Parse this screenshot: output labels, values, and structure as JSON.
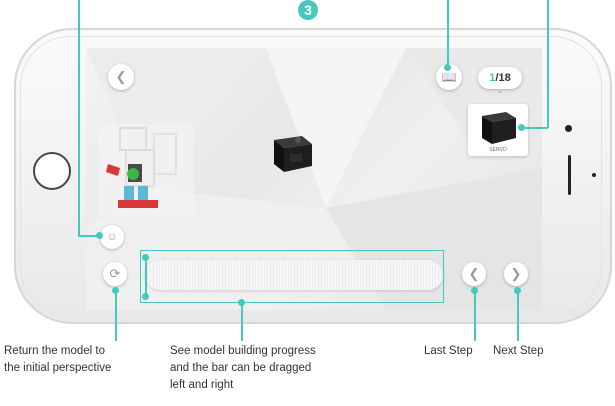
{
  "step_badge": "3",
  "nav": {
    "back_icon": "chevron-left-icon",
    "guide_icon": "book-icon",
    "model_icon": "robot-face-icon",
    "reset_icon": "rotate-icon",
    "prev_icon": "chevron-left-icon",
    "next_icon": "chevron-right-icon"
  },
  "step_counter": {
    "current": "1",
    "total": "/18"
  },
  "part_thumbnail": {
    "label": "SERVO"
  },
  "progress": {
    "fraction": 0.0
  },
  "captions": {
    "reset": "Return the model to\nthe initial perspective",
    "progress": "See model building progress\nand the bar can be dragged\nleft and right",
    "last_step": "Last Step",
    "next_step": "Next Step"
  },
  "colors": {
    "accent": "#45c9bf"
  }
}
